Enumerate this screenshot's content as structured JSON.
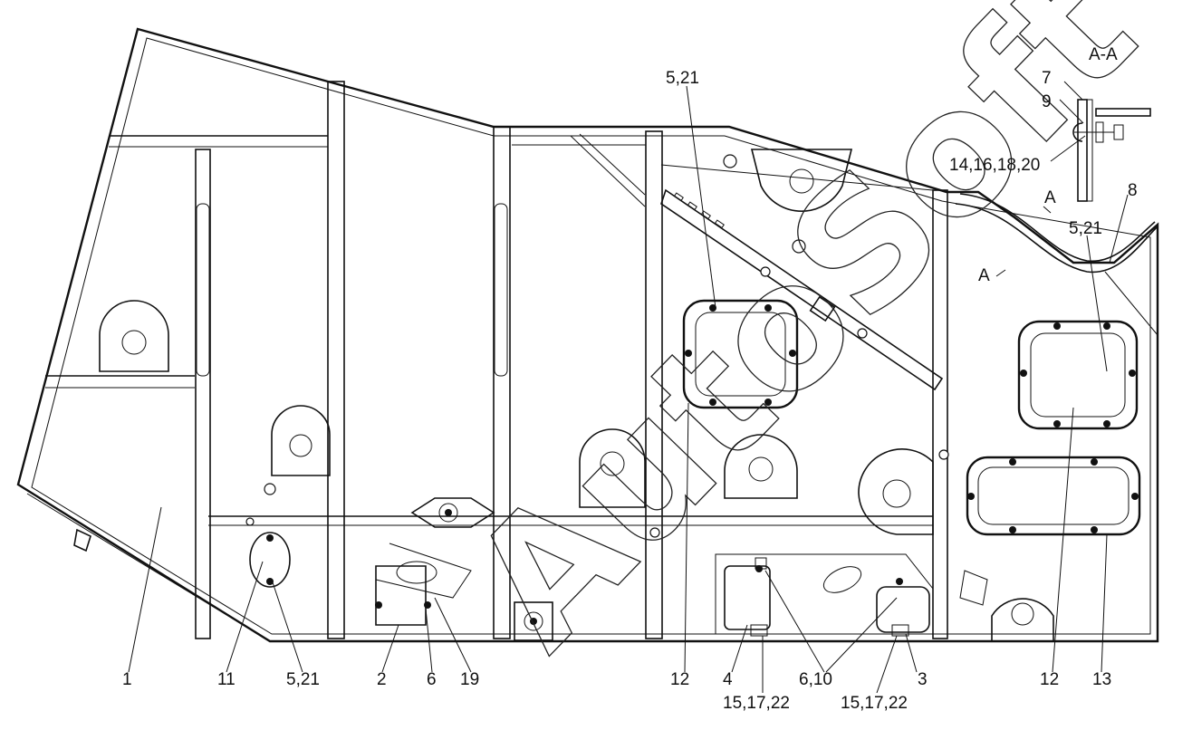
{
  "section_label": "A-A",
  "section_mark": "A",
  "view_mark": "A",
  "watermark": "AutoSoft",
  "callouts_top": {
    "c521a": "5,21",
    "c7": "7",
    "c9": "9",
    "c14": "14,16,18,20",
    "c521b": "5,21",
    "c8": "8"
  },
  "callouts_bottom": {
    "c1": "1",
    "c11": "11",
    "c521": "5,21",
    "c2": "2",
    "c6": "6",
    "c19": "19",
    "c12a": "12",
    "c4": "4",
    "c610": "6,10",
    "c3": "3",
    "c12b": "12",
    "c13": "13",
    "c151722a": "15,17,22",
    "c151722b": "15,17,22"
  }
}
